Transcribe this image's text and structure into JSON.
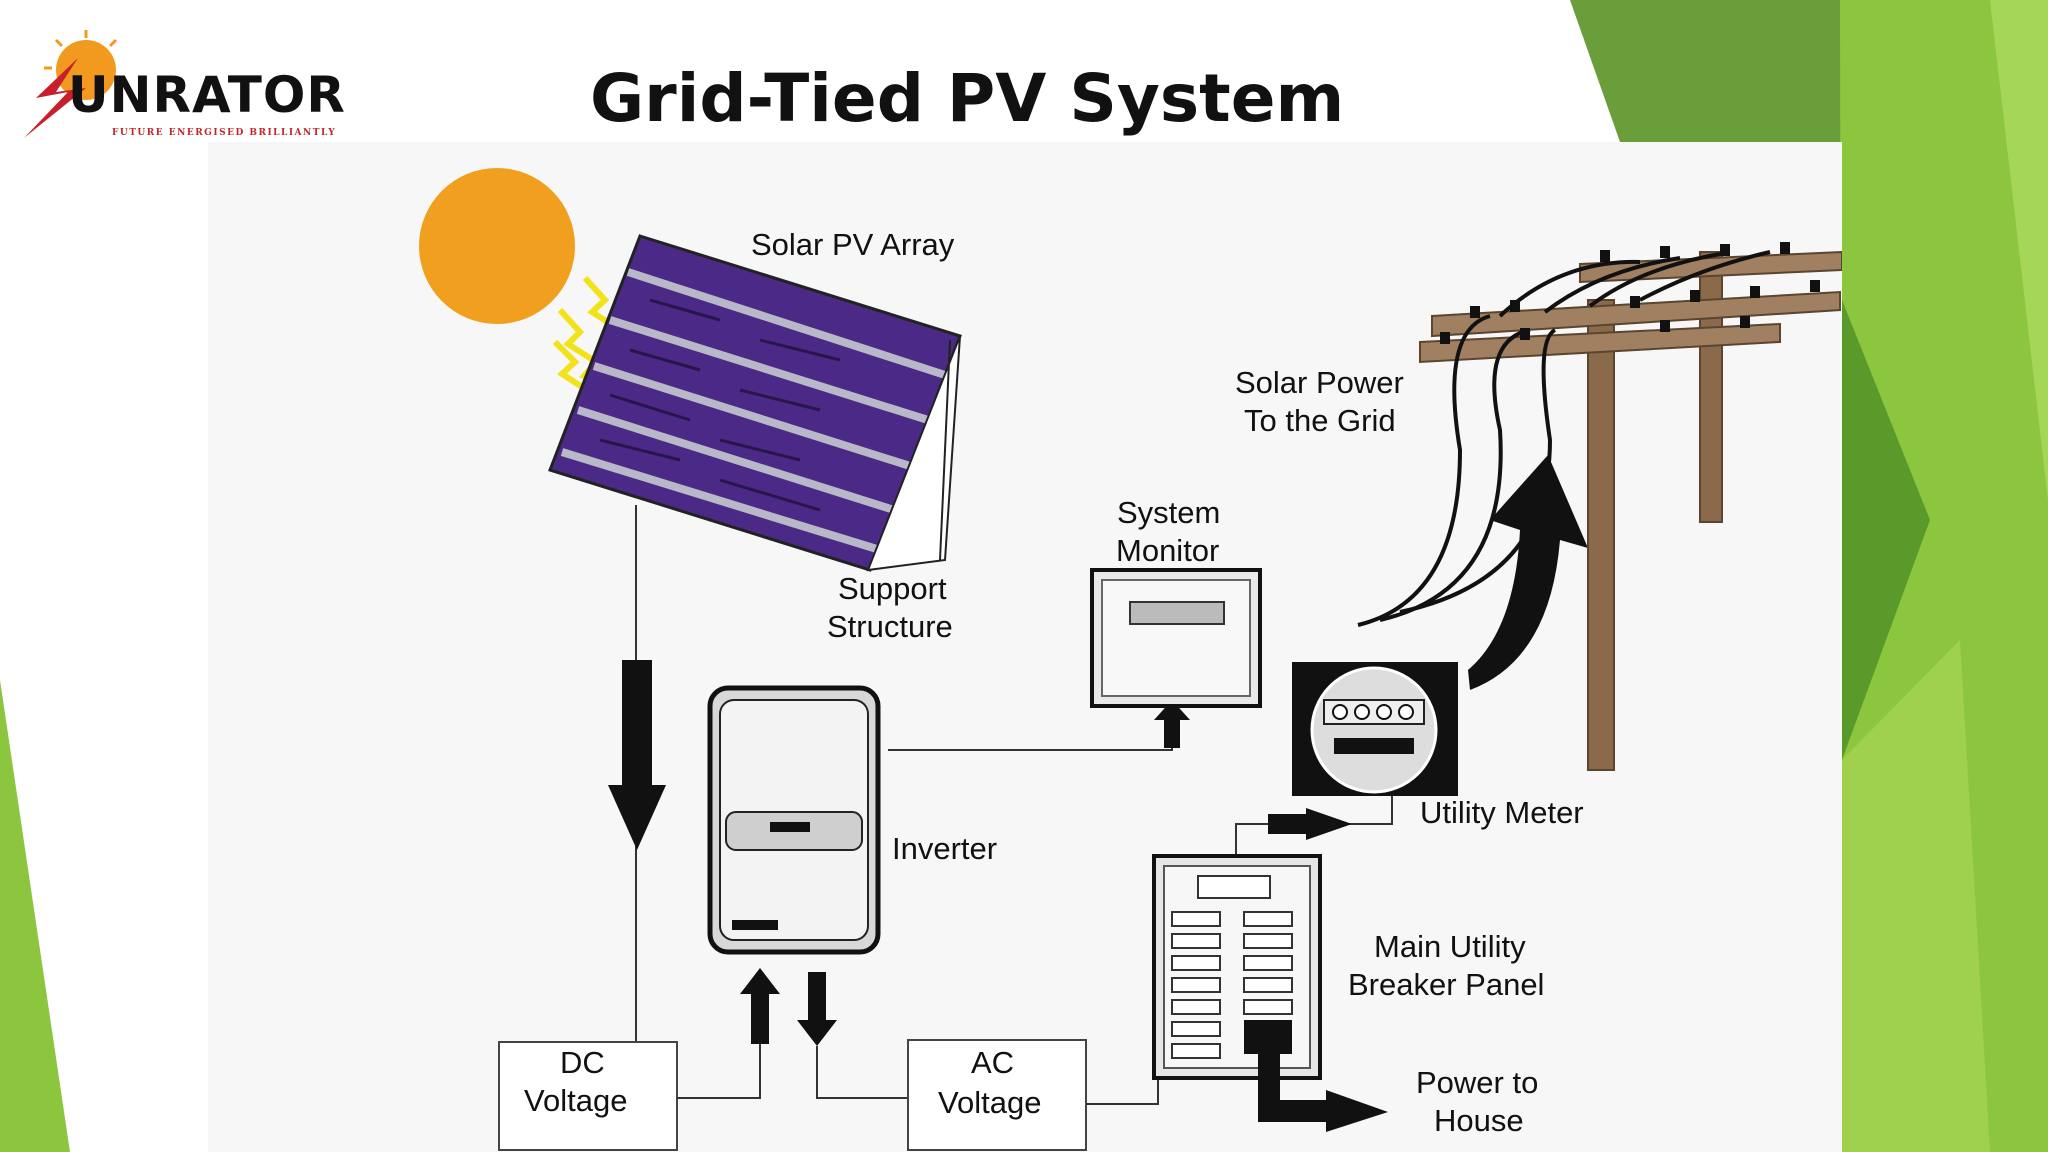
{
  "slide": {
    "title": "Grid-Tied PV System"
  },
  "logo": {
    "wordmark": "UNRATOR",
    "tagline": "FUTURE ENERGISED BRILLIANTLY"
  },
  "diagram": {
    "labels": {
      "solar_pv_array": "Solar PV Array",
      "support_structure_1": "Support",
      "support_structure_2": "Structure",
      "system_monitor_1": "System",
      "system_monitor_2": "Monitor",
      "solar_power_grid_1": "Solar Power",
      "solar_power_grid_2": "To the Grid",
      "inverter": "Inverter",
      "utility_meter": "Utility Meter",
      "breaker_panel_1": "Main Utility",
      "breaker_panel_2": "Breaker Panel",
      "power_house_1": "Power to",
      "power_house_2": "House",
      "dc_voltage_1": "DC",
      "dc_voltage_2": "Voltage",
      "ac_voltage_1": "AC",
      "ac_voltage_2": "Voltage"
    }
  },
  "colors": {
    "green_dark": "#5d9a2c",
    "green_light": "#8cc63f",
    "sun": "#f0a01e",
    "panel": "#4a2a86"
  }
}
